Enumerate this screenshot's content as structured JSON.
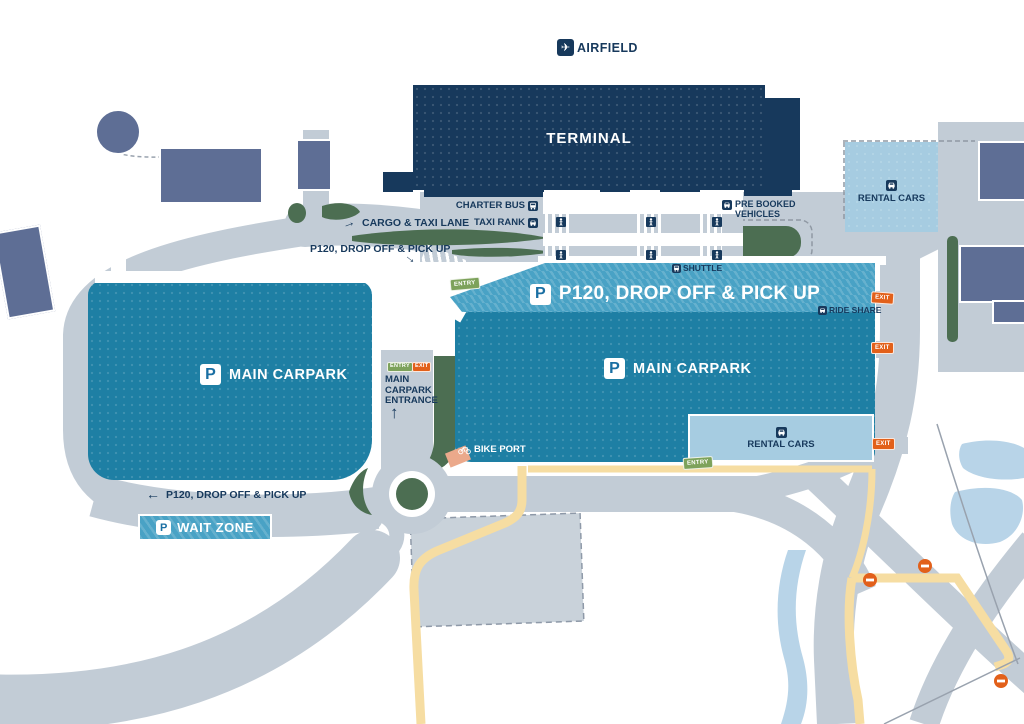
{
  "colors": {
    "navy": "#17395c",
    "road": "#c2ccd6",
    "slate": "#5e6e95",
    "carpark": "#1e7fa4",
    "band": "#49a2c5",
    "rental": "#a6cce1",
    "pond": "#b8d4e8",
    "green": "#4c6e52",
    "entry": "#7da25b",
    "exit": "#e2601a",
    "yellow": "#f6dda2",
    "salmon": "#eba98b"
  },
  "airfield": {
    "label": "AIRFIELD",
    "icon": "✈"
  },
  "terminal": {
    "label": "TERMINAL"
  },
  "kerbside": {
    "charter_bus": "CHARTER BUS",
    "taxi_rank": "TAXI RANK",
    "pre_booked_line1": "PRE BOOKED",
    "pre_booked_line2": "VEHICLES",
    "shuttle": "SHUTTLE",
    "ride_share": "RIDE SHARE"
  },
  "wayfinding": {
    "cargo_taxi_lane": "CARGO & TAXI LANE",
    "p120_drop_off_upper": "P120, DROP OFF & PICK UP",
    "p120_drop_off_lower": "P120, DROP OFF & PICK UP",
    "arrow_right": "→",
    "arrow_left": "←",
    "arrow_up": "↑"
  },
  "parking": {
    "p_symbol": "P",
    "p120_banner": "P120, DROP OFF & PICK UP",
    "main_carpark_west": "MAIN CARPARK",
    "main_carpark_east": "MAIN CARPARK",
    "wait_zone": "WAIT ZONE",
    "bike_port": "BIKE PORT",
    "entrance": {
      "line1": "MAIN",
      "line2": "CARPARK",
      "line3": "ENTRANCE"
    }
  },
  "rental": {
    "north": "RENTAL CARS",
    "inner": "RENTAL CARS"
  },
  "badges": {
    "entry": "ENTRY",
    "exit": "EXIT"
  }
}
